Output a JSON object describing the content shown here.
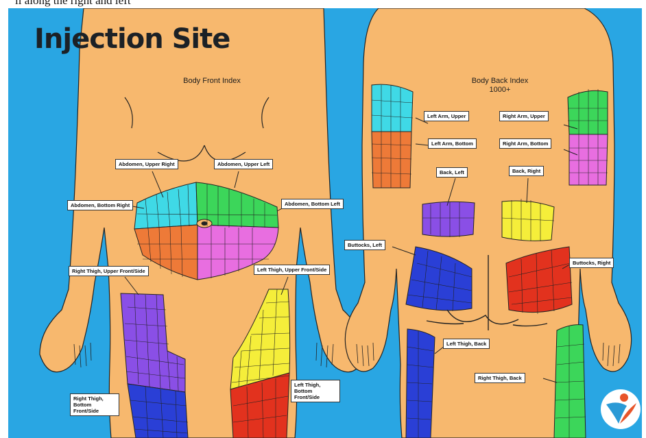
{
  "caption_fragment": "ll along the right and left",
  "title": "Injection Site",
  "front": {
    "header": "Body Front Index",
    "labels": {
      "abd_upper_right": "Abdomen, Upper Right",
      "abd_upper_left": "Abdomen, Upper Left",
      "abd_bottom_right": "Abdomen, Bottom Right",
      "abd_bottom_left": "Abdomen, Bottom Left",
      "rthigh_upper": "Right Thigh, Upper Front/Side",
      "lthigh_upper": "Left Thigh, Upper Front/Side",
      "rthigh_bottom": "Right Thigh, Bottom Front/Side",
      "lthigh_bottom": "Left Thigh, Bottom Front/Side"
    }
  },
  "back": {
    "header": "Body Back Index",
    "subheader": "1000+",
    "labels": {
      "larm_upper": "Left Arm, Upper",
      "larm_bottom": "Left Arm, Bottom",
      "rarm_upper": "Right Arm, Upper",
      "rarm_bottom": "Right Arm, Bottom",
      "back_left": "Back, Left",
      "back_right": "Back, Right",
      "buttocks_left": "Buttocks, Left",
      "buttocks_right": "Buttocks, Right",
      "lthigh_back": "Left Thigh, Back",
      "rthigh_back": "Right Thigh, Back"
    }
  },
  "colors": {
    "background": "#29a6e3",
    "skin": "#f7b86e",
    "cyan": "#3fd9e6",
    "green": "#3cd65a",
    "orange": "#ee7a38",
    "pink": "#e86ee0",
    "purple": "#8a4fe6",
    "blue": "#2a3fd6",
    "yellow": "#f5ee3a",
    "red": "#e2321e",
    "title": "#1c2126"
  }
}
